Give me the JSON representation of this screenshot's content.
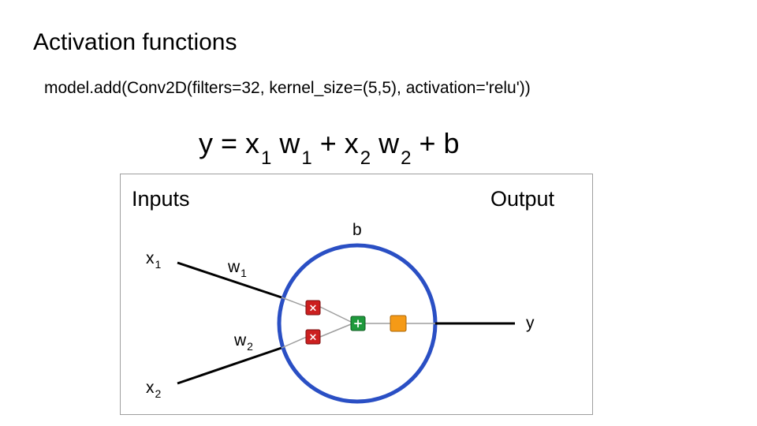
{
  "slide": {
    "title": "Activation functions",
    "code": "model.add(Conv2D(filters=32, kernel_size=(5,5), activation='relu'))"
  },
  "equation": {
    "prefix": "y = x",
    "sub1": "1",
    "w_a": " w",
    "sub2": "1",
    "plus_x": " + x",
    "sub3": "2",
    "w_b": " w",
    "sub4": "2",
    "suffix": " + b"
  },
  "diagram": {
    "inputs_label": "Inputs",
    "output_label": "Output",
    "bias_label": "b",
    "x1": {
      "base": "x",
      "sub": "1"
    },
    "x2": {
      "base": "x",
      "sub": "2"
    },
    "w1": {
      "base": "w",
      "sub": "1"
    },
    "w2": {
      "base": "w",
      "sub": "2"
    },
    "y_label": "y",
    "multiply_symbol": "×",
    "add_symbol": "+",
    "colors": {
      "neuron_circle": "#2a4fc4",
      "multiply_node": "#cc1f1f",
      "add_node": "#1e9a3c",
      "activation_node": "#f59a16",
      "lines": "#000000",
      "inner_lines": "#9e9e9e"
    },
    "icons": [
      "multiply-icon",
      "add-icon",
      "activation-icon"
    ]
  }
}
